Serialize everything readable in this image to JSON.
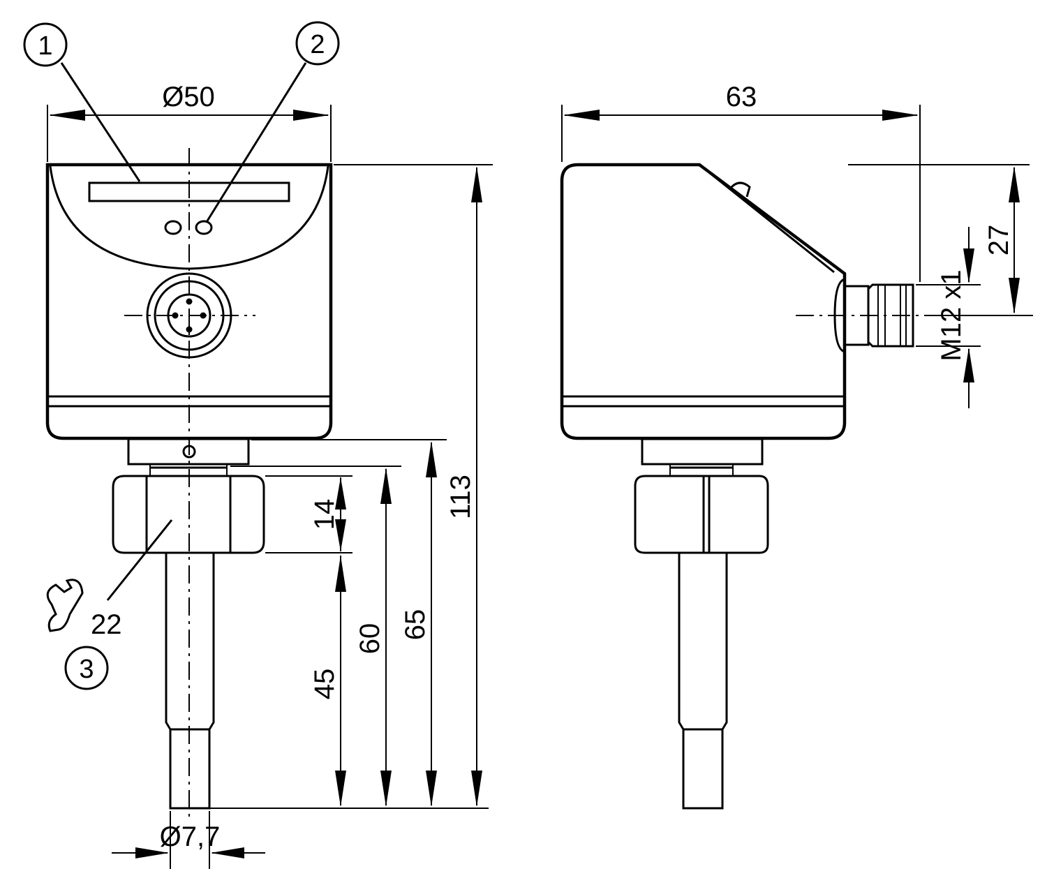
{
  "callouts": [
    "1",
    "2",
    "3"
  ],
  "dimensions": {
    "front_width": "Ø50",
    "side_width": "63",
    "overall_height": "113",
    "height_65": "65",
    "height_60": "60",
    "probe_length": "45",
    "nut_height": "14",
    "probe_diameter": "Ø7,7",
    "connector_offset": "27",
    "connector_thread": "M12 x1",
    "wrench_size": "22"
  },
  "icons": {
    "wrench": "wrench-icon",
    "connector": "m12-connector-icon"
  }
}
